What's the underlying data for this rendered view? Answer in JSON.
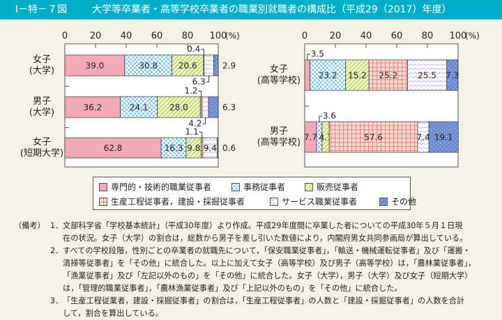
{
  "title": {
    "figure_no": "Ⅰ－特－７図",
    "text": "大学等卒業者・高等学校卒業者の職業別就職者の構成比（平成29（2017）年度）"
  },
  "colors": {
    "title_bg": "#00aec8",
    "background": "#f4f1e6"
  },
  "chart_data": [
    {
      "type": "bar",
      "stacked": true,
      "orientation": "horizontal",
      "xlim": [
        0,
        100
      ],
      "xticks": [
        "0",
        "20",
        "40",
        "60",
        "80",
        "100"
      ],
      "unit_label": "(%)",
      "categories": [
        "女子\n(大学)",
        "男子\n(大学)",
        "女子\n(短期大学)"
      ],
      "series": [
        {
          "name": "専門的・技術的職業従事者",
          "values": [
            39.0,
            36.2,
            62.8
          ],
          "label_pos": [
            "in",
            "in",
            "in"
          ]
        },
        {
          "name": "事務従事者",
          "values": [
            30.8,
            24.1,
            16.3
          ],
          "label_pos": [
            "in",
            "in",
            "in"
          ]
        },
        {
          "name": "販売従事者",
          "values": [
            20.6,
            28.0,
            9.8
          ],
          "label_pos": [
            "in",
            "in",
            "in"
          ]
        },
        {
          "name": "生産工程従事者，建設・採掘従事者",
          "values": [
            0.4,
            1.2,
            1.1
          ],
          "label_pos": [
            "above",
            "above",
            "above"
          ]
        },
        {
          "name": "サービス職業従事者",
          "values": [
            6.3,
            4.2,
            9.4
          ],
          "label_pos": [
            "below",
            "below",
            "in"
          ]
        },
        {
          "name": "その他",
          "values": [
            2.9,
            6.3,
            0.6
          ],
          "label_pos": [
            "right",
            "right",
            "right"
          ]
        }
      ]
    },
    {
      "type": "bar",
      "stacked": true,
      "orientation": "horizontal",
      "xlim": [
        0,
        100
      ],
      "xticks": [
        "0",
        "20",
        "40",
        "60",
        "80",
        "100"
      ],
      "unit_label": "(%)",
      "categories": [
        "女子\n(高等学校)",
        "男子\n(高等学校)"
      ],
      "series": [
        {
          "name": "専門的・技術的職業従事者",
          "values": [
            3.5,
            7.7
          ],
          "label_pos": [
            "above",
            "in"
          ]
        },
        {
          "name": "事務従事者",
          "values": [
            23.2,
            3.6
          ],
          "label_pos": [
            "in",
            "above"
          ]
        },
        {
          "name": "販売従事者",
          "values": [
            15.2,
            4.7
          ],
          "label_pos": [
            "in",
            "in"
          ]
        },
        {
          "name": "生産工程従事者，建設・採掘従事者",
          "values": [
            25.2,
            57.6
          ],
          "label_pos": [
            "in",
            "in"
          ]
        },
        {
          "name": "サービス職業従事者",
          "values": [
            25.5,
            7.4
          ],
          "label_pos": [
            "in",
            "in"
          ]
        },
        {
          "name": "その他",
          "values": [
            7.3,
            19.1
          ],
          "label_pos": [
            "in",
            "in"
          ]
        }
      ]
    }
  ],
  "legend": [
    {
      "label": "専門的・技術的職業従事者",
      "pattern": "pink",
      "color": "#f2aab9"
    },
    {
      "label": "事務従事者",
      "pattern": "check",
      "color": "#8ecff2"
    },
    {
      "label": "販売従事者",
      "pattern": "stripe",
      "color": "#c8dc6e"
    },
    {
      "label": "生産工程従事者，建設・採掘従事者",
      "pattern": "grid",
      "color": "#f08c84"
    },
    {
      "label": "サービス職業従事者",
      "pattern": "wave",
      "color": "#c4aee0"
    },
    {
      "label": "その他",
      "pattern": "dot",
      "color": "#6f8dd2"
    }
  ],
  "notes": {
    "head": "（備考）",
    "items": [
      {
        "num": "1．",
        "lines": [
          "文部科学省「学校基本統計」（平成30年度）より作成。平成29年度間に卒業した者についての平成30年５月１日現",
          "在の状況。女子（大学）の割合は，総数から男子を差し引いた数値により，内閣府男女共同参画局が算出している。"
        ]
      },
      {
        "num": "2．",
        "lines": [
          "すべての学校段階，性別ごとの卒業者の就職先について，「保安職業従事者」，「輸送・機械運転従事者」及び「運搬・",
          "清掃等従事者」を「その他」に統合した。以上に加えて女子（高等学校）及び男子（高等学校）は，「農林業従事者」，",
          "「漁業従事者」及び「左記以外のもの」を「その他」に統合した。女子（大学），男子（大学）及び女子（短期大学）",
          "は，「管理的職業従事者」，「農林漁業従事者」及び「上記以外のもの」を「その他」に統合した。"
        ]
      },
      {
        "num": "3．",
        "lines": [
          "「生産工程従業者，建設・採掘従事者」の割合は，「生産工程従事者」の人数と「建設・採掘従事者」の人数を合計",
          "して，割合を算出している。"
        ]
      }
    ]
  }
}
